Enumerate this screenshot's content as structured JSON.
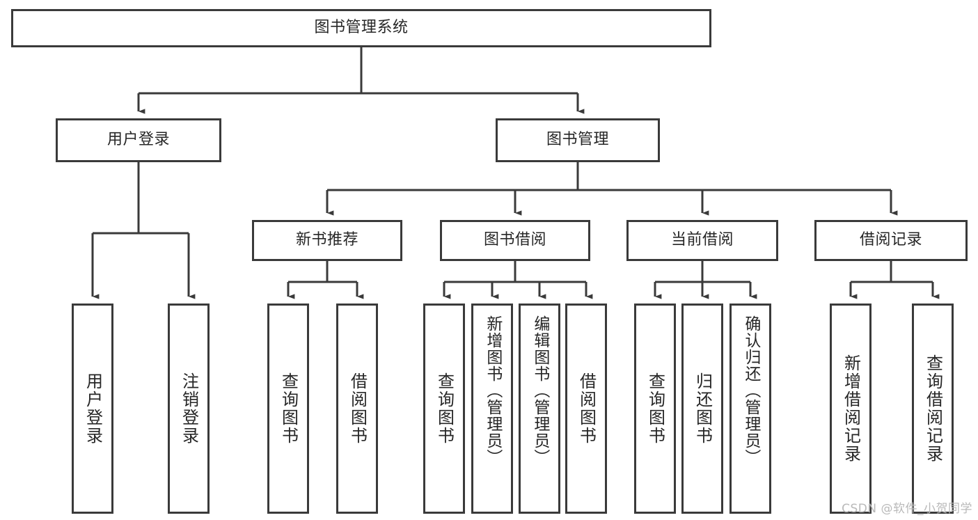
{
  "diagram": {
    "type": "tree",
    "title": "图书管理系统",
    "background_color": "#ffffff",
    "line_color": "#3a3a3a",
    "text_color": "#262626",
    "nodes": {
      "root": {
        "label": "图书管理系统",
        "orientation": "horizontal"
      },
      "user_login": {
        "label": "用户登录",
        "orientation": "horizontal"
      },
      "book_manage": {
        "label": "图书管理",
        "orientation": "horizontal"
      },
      "new_book_rec": {
        "label": "新书推荐",
        "orientation": "horizontal"
      },
      "book_borrow": {
        "label": "图书借阅",
        "orientation": "horizontal"
      },
      "current_borrow": {
        "label": "当前借阅",
        "orientation": "horizontal"
      },
      "borrow_record": {
        "label": "借阅记录",
        "orientation": "horizontal"
      },
      "leaf_user_login": {
        "label": "用户登录",
        "orientation": "vertical"
      },
      "leaf_logout": {
        "label": "注销登录",
        "orientation": "vertical"
      },
      "leaf_query_book_1": {
        "label": "查询图书",
        "orientation": "vertical"
      },
      "leaf_borrow_book_1": {
        "label": "借阅图书",
        "orientation": "vertical"
      },
      "leaf_query_book_2": {
        "label": "查询图书",
        "orientation": "vertical"
      },
      "leaf_add_book": {
        "label": "新增图书（管理员）",
        "orientation": "vertical"
      },
      "leaf_edit_book": {
        "label": "编辑图书（管理员）",
        "orientation": "vertical"
      },
      "leaf_borrow_book_2": {
        "label": "借阅图书",
        "orientation": "vertical"
      },
      "leaf_query_book_3": {
        "label": "查询图书",
        "orientation": "vertical"
      },
      "leaf_return_book": {
        "label": "归还图书",
        "orientation": "vertical"
      },
      "leaf_confirm_return": {
        "label": "确认归还（管理员）",
        "orientation": "vertical"
      },
      "leaf_add_record": {
        "label": "新增借阅记录",
        "orientation": "vertical"
      },
      "leaf_query_record": {
        "label": "查询借阅记录",
        "orientation": "vertical"
      }
    }
  },
  "watermark": {
    "text": "CSDN @软件_小贺同学"
  }
}
